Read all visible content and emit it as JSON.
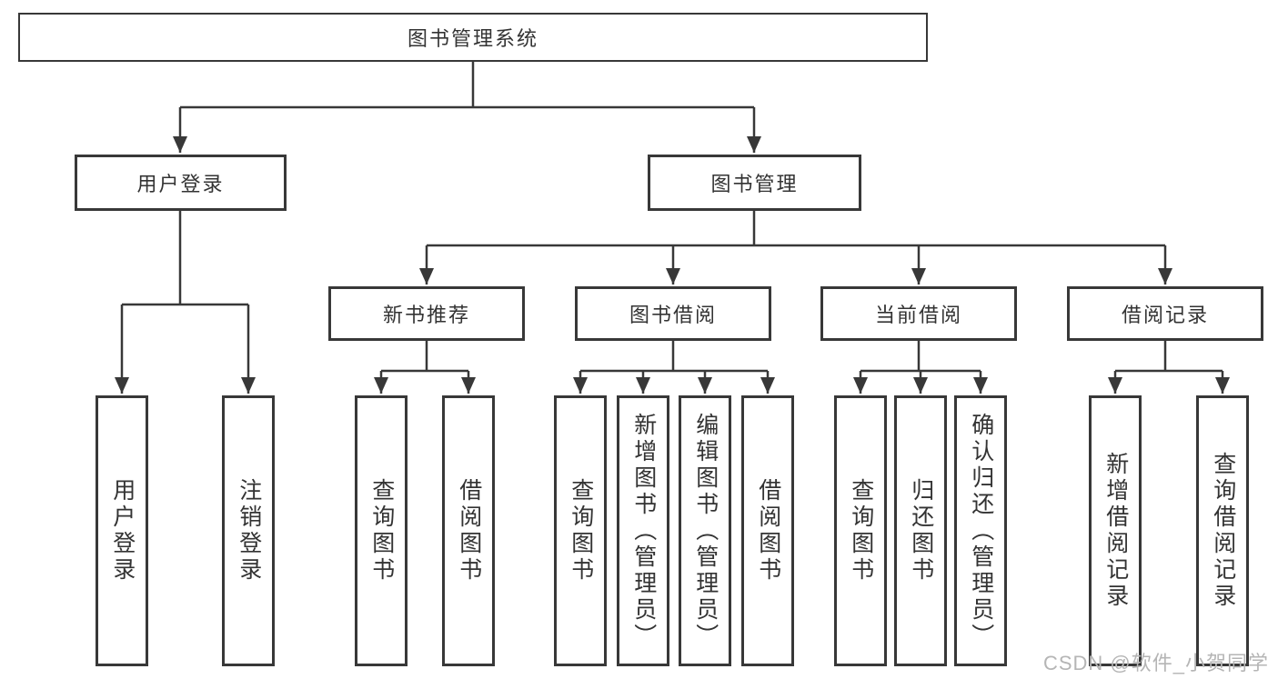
{
  "diagram": {
    "title": {
      "label": "图书管理系统"
    },
    "branches": {
      "user_login": {
        "label": "用户登录",
        "children": [
          "用户登录",
          "注销登录"
        ]
      },
      "book_management": {
        "label": "图书管理",
        "children": {
          "new_book_recommend": {
            "label": "新书推荐",
            "children": [
              "查询图书",
              "借阅图书"
            ]
          },
          "book_borrow": {
            "label": "图书借阅",
            "children": [
              "查询图书",
              "新增图书（管理员）",
              "编辑图书（管理员）",
              "借阅图书"
            ]
          },
          "current_borrow": {
            "label": "当前借阅",
            "children": [
              "查询图书",
              "归还图书",
              "确认归还（管理员）"
            ]
          },
          "borrow_record": {
            "label": "借阅记录",
            "children": [
              "新增借阅记录",
              "查询借阅记录"
            ]
          }
        }
      }
    },
    "watermark": "CSDN @软件_小贺同学"
  },
  "colors": {
    "line": "#383838",
    "box_border": "#383838",
    "text": "#333333",
    "box_background": "#ffffff",
    "page_background": "#ffffff",
    "watermark": "#b5b5b5"
  }
}
